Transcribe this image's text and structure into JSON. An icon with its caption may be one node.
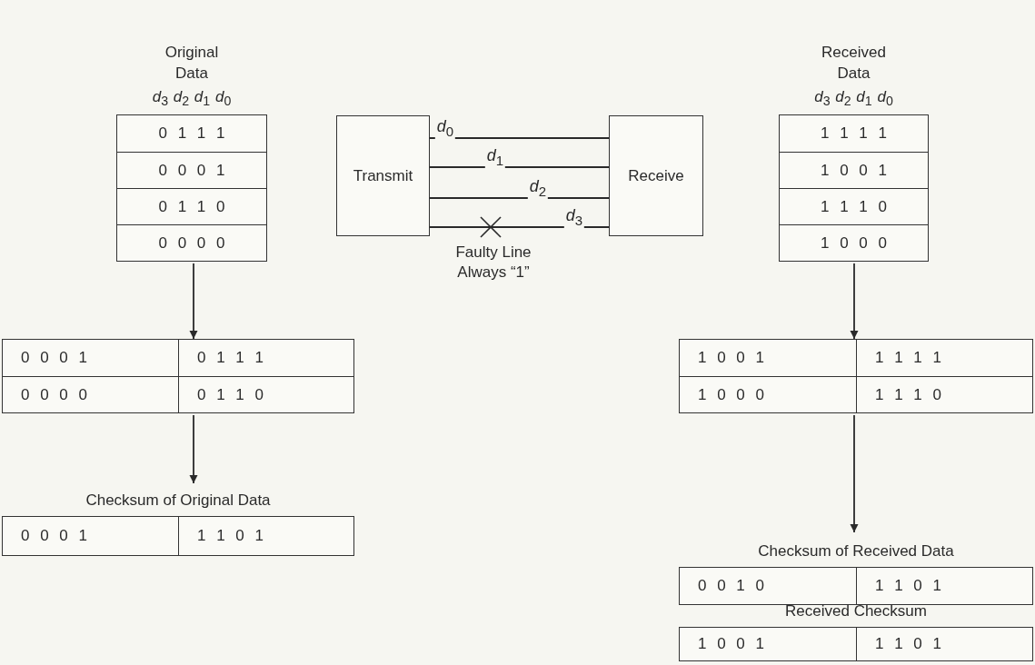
{
  "diagram": {
    "nodes": [
      {
        "text": [
          "Original Data",
          "*d*$_{3}$ *d*$_{2}$ *d*$_{1}$ *d*$_{0}$",
          "0 1 1 1",
          "0 0 0 1",
          "0 1 1 0",
          "0 0 0 0"
        ]
      },
      {
        "text": [
          "Transmit"
        ]
      },
      {
        "text": [
          "Receive"
        ]
      },
      {
        "text": [
          "Received Data",
          "*d*$_{3}$ *d*$_{2}$ *d*$_{1}$ *d*$_{0}$",
          "1 1 1 1",
          "1 0 0 1",
          "1 1 1 0",
          "1 0 0 0"
        ]
      },
      {
        "text": [
          "0 0 0 1",
          "0 1 1 1",
          "0 0 0 0",
          "0 1 1 0"
        ]
      },
      {
        "text": [
          "1 0 0 1",
          "1 1 1 1",
          "1 0 0 0",
          "1 1 1 0"
        ]
      },
      {
        "text": [
          "Checksum of Original Data",
          "0 0 0 1",
          "1 1 0 1"
        ]
      },
      {
        "text": [
          "Checksum of Received Data",
          "0 0 1 0",
          "1 1 0 1"
        ]
      },
      {
        "text": [
          "Received Checksum",
          "1 0 0 1",
          "1 1 0 1"
        ]
      }
    ],
    "edges": [
      {
        "from": 1,
        "to": 2,
        "arrow": "none",
        "label": "*d*$_{0}$"
      },
      {
        "from": 1,
        "to": 2,
        "arrow": "none",
        "label": "*d*$_{1}$"
      },
      {
        "from": 1,
        "to": 2,
        "arrow": "none",
        "label": "*d*$_{2}$"
      },
      {
        "from": 1,
        "to": 2,
        "arrow": "none",
        "label": "*d*$_{3}$"
      },
      {
        "from": 0,
        "to": 4,
        "arrow": "to"
      },
      {
        "from": 4,
        "to": 6,
        "arrow": "to"
      },
      {
        "from": 3,
        "to": 5,
        "arrow": "to"
      },
      {
        "from": 5,
        "to": 7,
        "arrow": "to"
      }
    ],
    "labels": [
      "Faulty Line Always “1”"
    ]
  }
}
